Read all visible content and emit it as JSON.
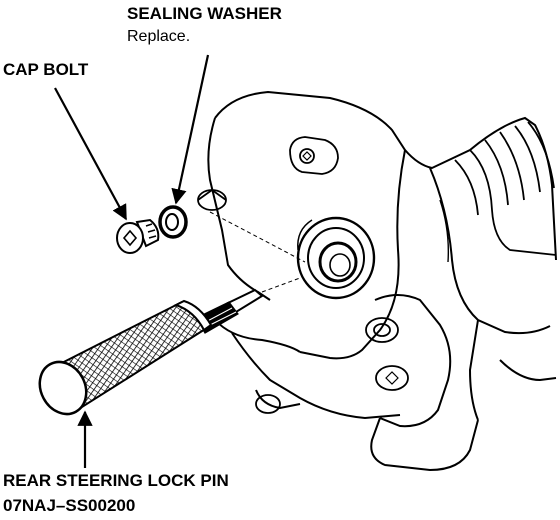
{
  "callouts": {
    "sealing_washer": {
      "title": "SEALING WASHER",
      "note": "Replace."
    },
    "cap_bolt": {
      "title": "CAP BOLT"
    },
    "lock_pin": {
      "title": "REAR STEERING LOCK PIN",
      "part_number": "07NAJ–SS00200"
    }
  },
  "colors": {
    "ink": "#000000",
    "paper": "#ffffff"
  }
}
